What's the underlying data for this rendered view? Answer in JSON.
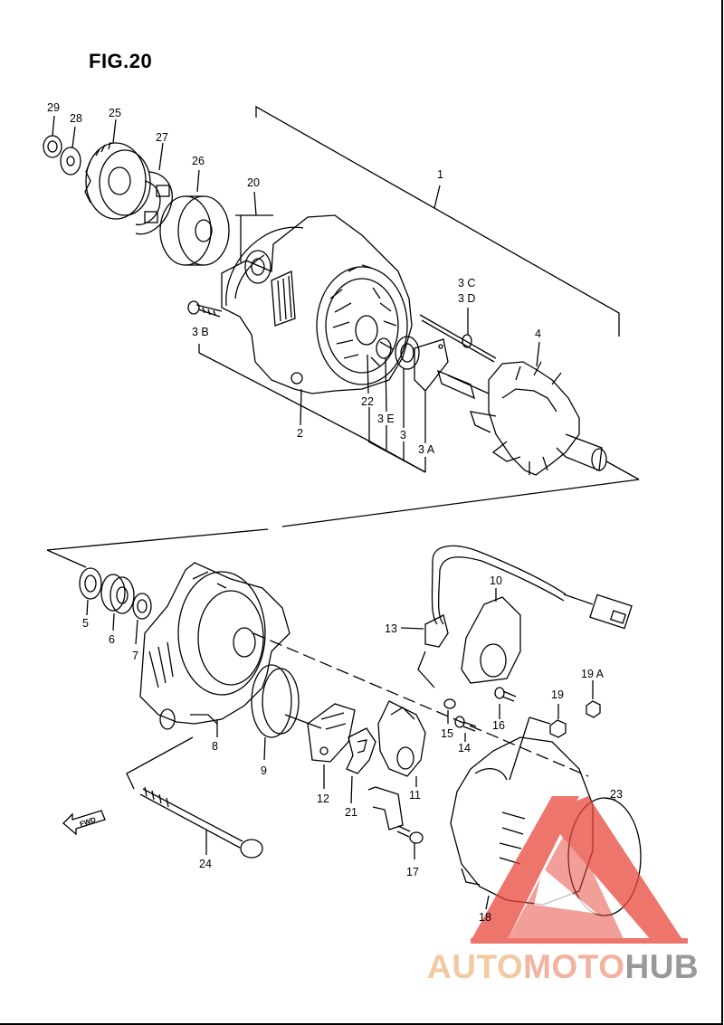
{
  "figure": {
    "title": "FIG.20"
  },
  "callouts": [
    {
      "text": "29"
    },
    {
      "text": "28"
    },
    {
      "text": "25"
    },
    {
      "text": "27"
    },
    {
      "text": "26"
    },
    {
      "text": "20"
    },
    {
      "text": "1"
    },
    {
      "text": "3 C"
    },
    {
      "text": "3 D"
    },
    {
      "text": "4"
    },
    {
      "text": "3 B"
    },
    {
      "text": "22"
    },
    {
      "text": "3 E"
    },
    {
      "text": "3"
    },
    {
      "text": "3 A"
    },
    {
      "text": "2"
    },
    {
      "text": "5"
    },
    {
      "text": "6"
    },
    {
      "text": "7"
    },
    {
      "text": "8"
    },
    {
      "text": "9"
    },
    {
      "text": "10"
    },
    {
      "text": "13"
    },
    {
      "text": "19 A"
    },
    {
      "text": "19"
    },
    {
      "text": "16"
    },
    {
      "text": "15"
    },
    {
      "text": "14"
    },
    {
      "text": "12"
    },
    {
      "text": "21"
    },
    {
      "text": "11"
    },
    {
      "text": "23"
    },
    {
      "text": "24"
    },
    {
      "text": "17"
    },
    {
      "text": "18"
    }
  ],
  "fwd_label": "FWD",
  "watermark": {
    "part1": "AUTO",
    "part2": "MOTO",
    "part3": "HUB",
    "color_red": "#e8473c",
    "color_gray": "#999999"
  }
}
